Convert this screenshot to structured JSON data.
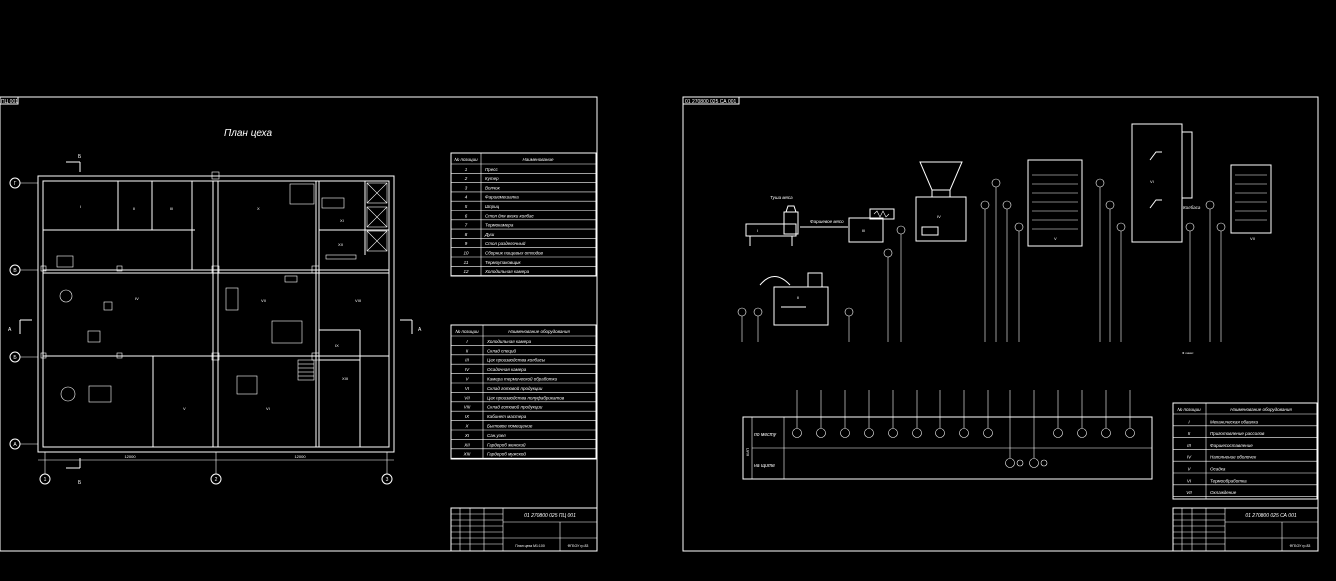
{
  "sheet_left": {
    "corner_stamp": "ПЦ 001",
    "title": "План цеха",
    "axes_rows": [
      "Г",
      "В",
      "Б",
      "А"
    ],
    "axes_cols": [
      "1",
      "2",
      "3"
    ],
    "section_marks": [
      "Б",
      "Б",
      "А",
      "А"
    ],
    "dimensions": [
      "12000",
      "12000"
    ],
    "rooms": [
      "I",
      "II",
      "III",
      "IV",
      "V",
      "VI",
      "VII",
      "VIII",
      "IX",
      "X",
      "XI",
      "XII",
      "XIII"
    ],
    "equipment_table": {
      "headers": [
        "№ позиции",
        "Наименование"
      ],
      "rows": [
        [
          "1",
          "Пресс"
        ],
        [
          "2",
          "Кутер"
        ],
        [
          "3",
          "Волчок"
        ],
        [
          "4",
          "Фаршемешалка"
        ],
        [
          "5",
          "Шприц"
        ],
        [
          "6",
          "Стол для вязки колбас"
        ],
        [
          "7",
          "Термокамера"
        ],
        [
          "8",
          "Душ"
        ],
        [
          "9",
          "Стол разделочный"
        ],
        [
          "10",
          "Сборник пищевых отходов"
        ],
        [
          "11",
          "Термоупаковщик"
        ],
        [
          "12",
          "Холодильная камера"
        ]
      ]
    },
    "rooms_table": {
      "headers": [
        "№ позиции",
        "Наименование оборудования"
      ],
      "rows": [
        [
          "I",
          "Холодильная камера"
        ],
        [
          "II",
          "Склад специй"
        ],
        [
          "III",
          "Цех производства колбасы"
        ],
        [
          "IV",
          "Осадочная камера"
        ],
        [
          "V",
          "Камера термической обработки"
        ],
        [
          "VI",
          "Склад готовой продукции"
        ],
        [
          "VII",
          "Цех производства полуфабрикатов"
        ],
        [
          "VIII",
          "Склад готовой продукции"
        ],
        [
          "IX",
          "Кабинет мастера"
        ],
        [
          "X",
          "Бытовое помещение"
        ],
        [
          "XI",
          "Сан.узел"
        ],
        [
          "XII",
          "Гардероб женский"
        ],
        [
          "XIII",
          "Гардероб мужской"
        ]
      ]
    },
    "stamp": {
      "code": "01 270800 025 ПЦ 001",
      "name": "План цеха  М1:100",
      "org": "ФГБОУ гр.83"
    }
  },
  "sheet_right": {
    "corner_stamp": "01 270800 025 СА 001",
    "labels": {
      "meat_in": "Туша мяса",
      "minced": "Фаршевое мясо",
      "batch": "Колбаса",
      "note": "Ф лимит"
    },
    "units": [
      "I",
      "II",
      "III",
      "IV",
      "V",
      "VI",
      "VII"
    ],
    "control_row_top": "по месту",
    "control_row_bottom": "на щите",
    "control_side": "КИП",
    "ops_table": {
      "headers": [
        "№ позиции",
        "Наименование оборудования"
      ],
      "rows": [
        [
          "I",
          "Механическая обвалка"
        ],
        [
          "II",
          "Приготовление рассолов"
        ],
        [
          "III",
          "Фаршесоставление"
        ],
        [
          "IV",
          "Наполнение оболочек"
        ],
        [
          "V",
          "Осадка"
        ],
        [
          "VI",
          "Термообработка"
        ],
        [
          "VII",
          "Охлаждение"
        ]
      ]
    },
    "stamp": {
      "code": "01 270800 025 СА 001",
      "org": "ФГБОУ гр.83"
    }
  }
}
